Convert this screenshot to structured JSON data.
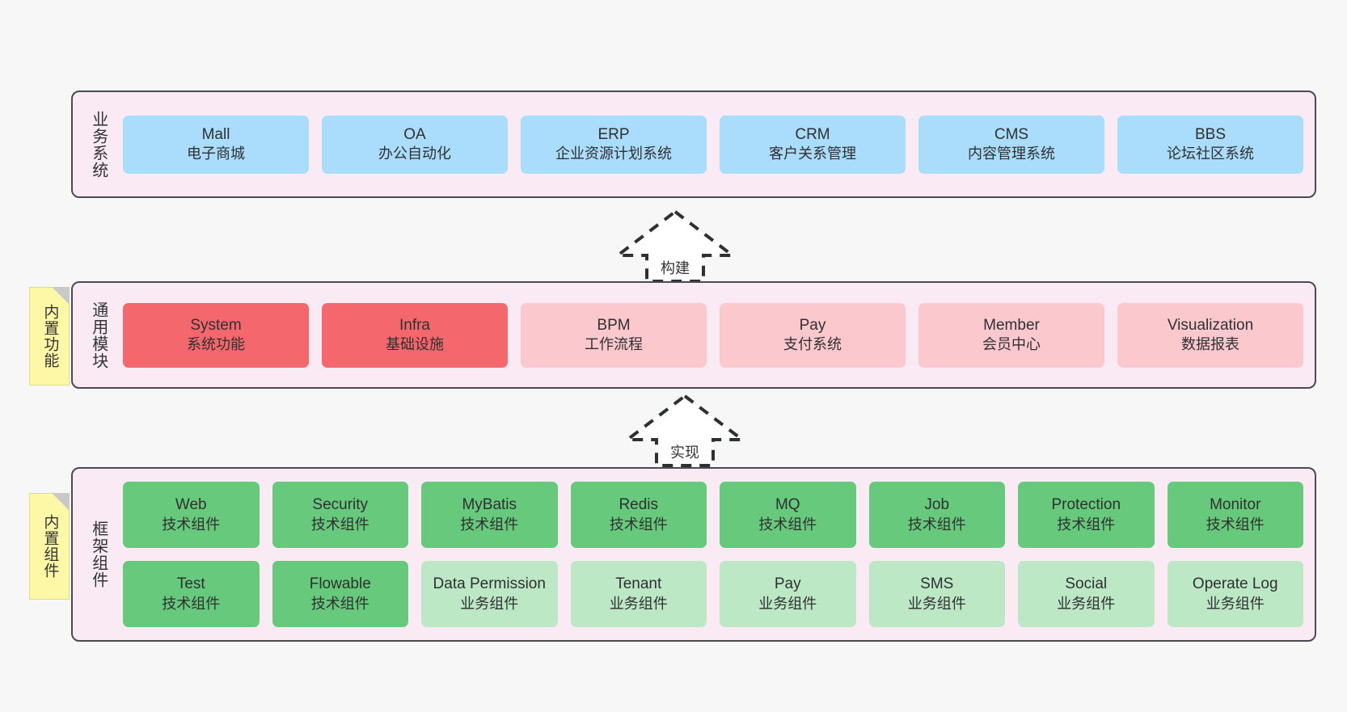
{
  "colors": {
    "band_border": "#4a4a55",
    "band_background": "#f9eaf4",
    "blue": "#aaddfb",
    "red": "#f4676d",
    "pink": "#fbc8ce",
    "green": "#67c97c",
    "light_green": "#bde8c6",
    "sticky_yellow": "#fcf8a6",
    "page_background": "#f7f7f7"
  },
  "layers": {
    "business": {
      "label": "业务系统",
      "items": [
        {
          "title": "Mall",
          "subtitle": "电子商城"
        },
        {
          "title": "OA",
          "subtitle": "办公自动化"
        },
        {
          "title": "ERP",
          "subtitle": "企业资源计划系统"
        },
        {
          "title": "CRM",
          "subtitle": "客户关系管理"
        },
        {
          "title": "CMS",
          "subtitle": "内容管理系统"
        },
        {
          "title": "BBS",
          "subtitle": "论坛社区系统"
        }
      ]
    },
    "common": {
      "label": "通用模块",
      "sticky": "内置功能",
      "items": [
        {
          "title": "System",
          "subtitle": "系统功能",
          "color": "red"
        },
        {
          "title": "Infra",
          "subtitle": "基础设施",
          "color": "red"
        },
        {
          "title": "BPM",
          "subtitle": "工作流程",
          "color": "pink"
        },
        {
          "title": "Pay",
          "subtitle": "支付系统",
          "color": "pink"
        },
        {
          "title": "Member",
          "subtitle": "会员中心",
          "color": "pink"
        },
        {
          "title": "Visualization",
          "subtitle": "数据报表",
          "color": "pink"
        }
      ]
    },
    "framework": {
      "label": "框架组件",
      "sticky": "内置组件",
      "row_tech": [
        {
          "title": "Web",
          "subtitle": "技术组件"
        },
        {
          "title": "Security",
          "subtitle": "技术组件"
        },
        {
          "title": "MyBatis",
          "subtitle": "技术组件"
        },
        {
          "title": "Redis",
          "subtitle": "技术组件"
        },
        {
          "title": "MQ",
          "subtitle": "技术组件"
        },
        {
          "title": "Job",
          "subtitle": "技术组件"
        },
        {
          "title": "Protection",
          "subtitle": "技术组件"
        },
        {
          "title": "Monitor",
          "subtitle": "技术组件"
        }
      ],
      "row_business": [
        {
          "title": "Test",
          "subtitle": "技术组件",
          "color": "green"
        },
        {
          "title": "Flowable",
          "subtitle": "技术组件",
          "color": "green"
        },
        {
          "title": "Data Permission",
          "subtitle": "业务组件",
          "color": "light_green"
        },
        {
          "title": "Tenant",
          "subtitle": "业务组件",
          "color": "light_green"
        },
        {
          "title": "Pay",
          "subtitle": "业务组件",
          "color": "light_green"
        },
        {
          "title": "SMS",
          "subtitle": "业务组件",
          "color": "light_green"
        },
        {
          "title": "Social",
          "subtitle": "业务组件",
          "color": "light_green"
        },
        {
          "title": "Operate Log",
          "subtitle": "业务组件",
          "color": "light_green"
        }
      ]
    }
  },
  "connectors": [
    {
      "name": "build",
      "label": "构建"
    },
    {
      "name": "implement",
      "label": "实现"
    }
  ]
}
